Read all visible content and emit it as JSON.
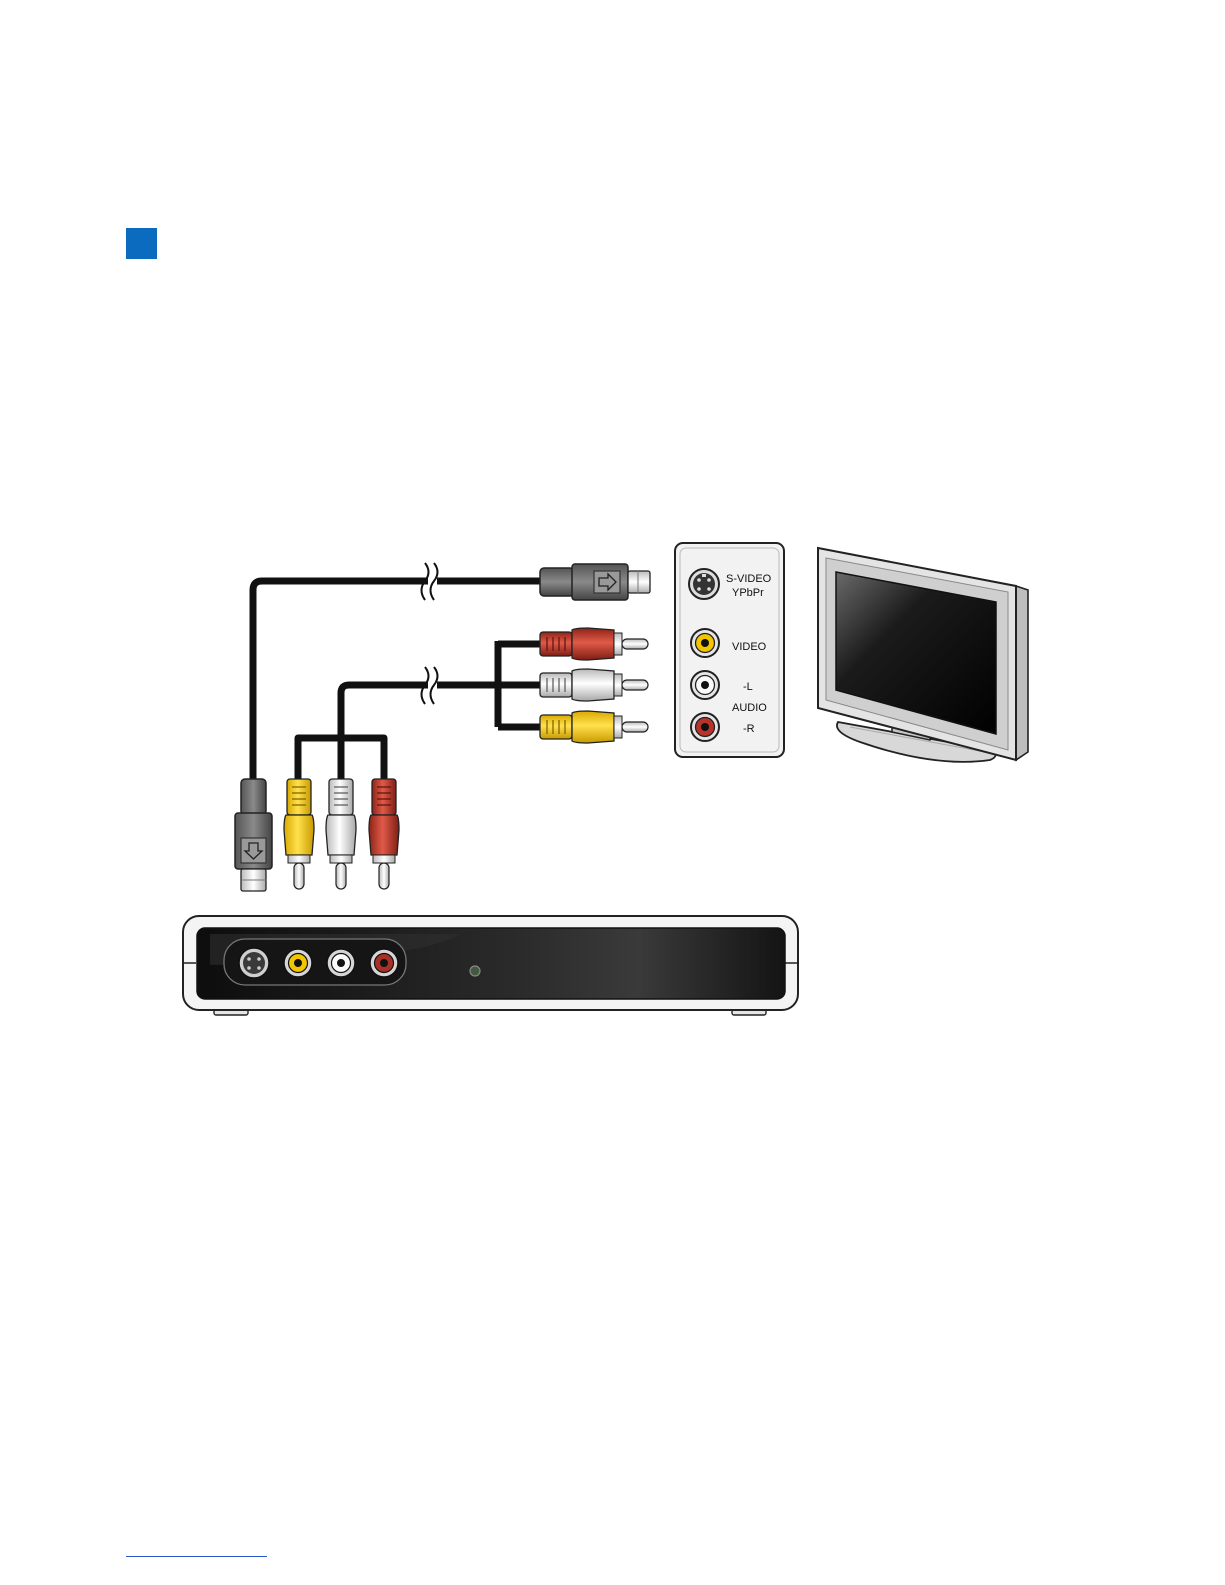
{
  "tv_panel": {
    "svideo_label": "S-VIDEO",
    "ypbpr_label": "YPbPr",
    "video_label": "VIDEO",
    "audio_left_label": "-L",
    "audio_label": "AUDIO",
    "audio_right_label": "-R"
  },
  "colors": {
    "accent": "#0a6bbf",
    "cable": "#111111",
    "yellow": "#f2c500",
    "white": "#e8e8e8",
    "red": "#c0392b",
    "device_body": "#1a1a1a"
  },
  "icons": [
    "section-marker",
    "svideo-connector",
    "rca-connector",
    "tv-icon",
    "device-icon"
  ]
}
